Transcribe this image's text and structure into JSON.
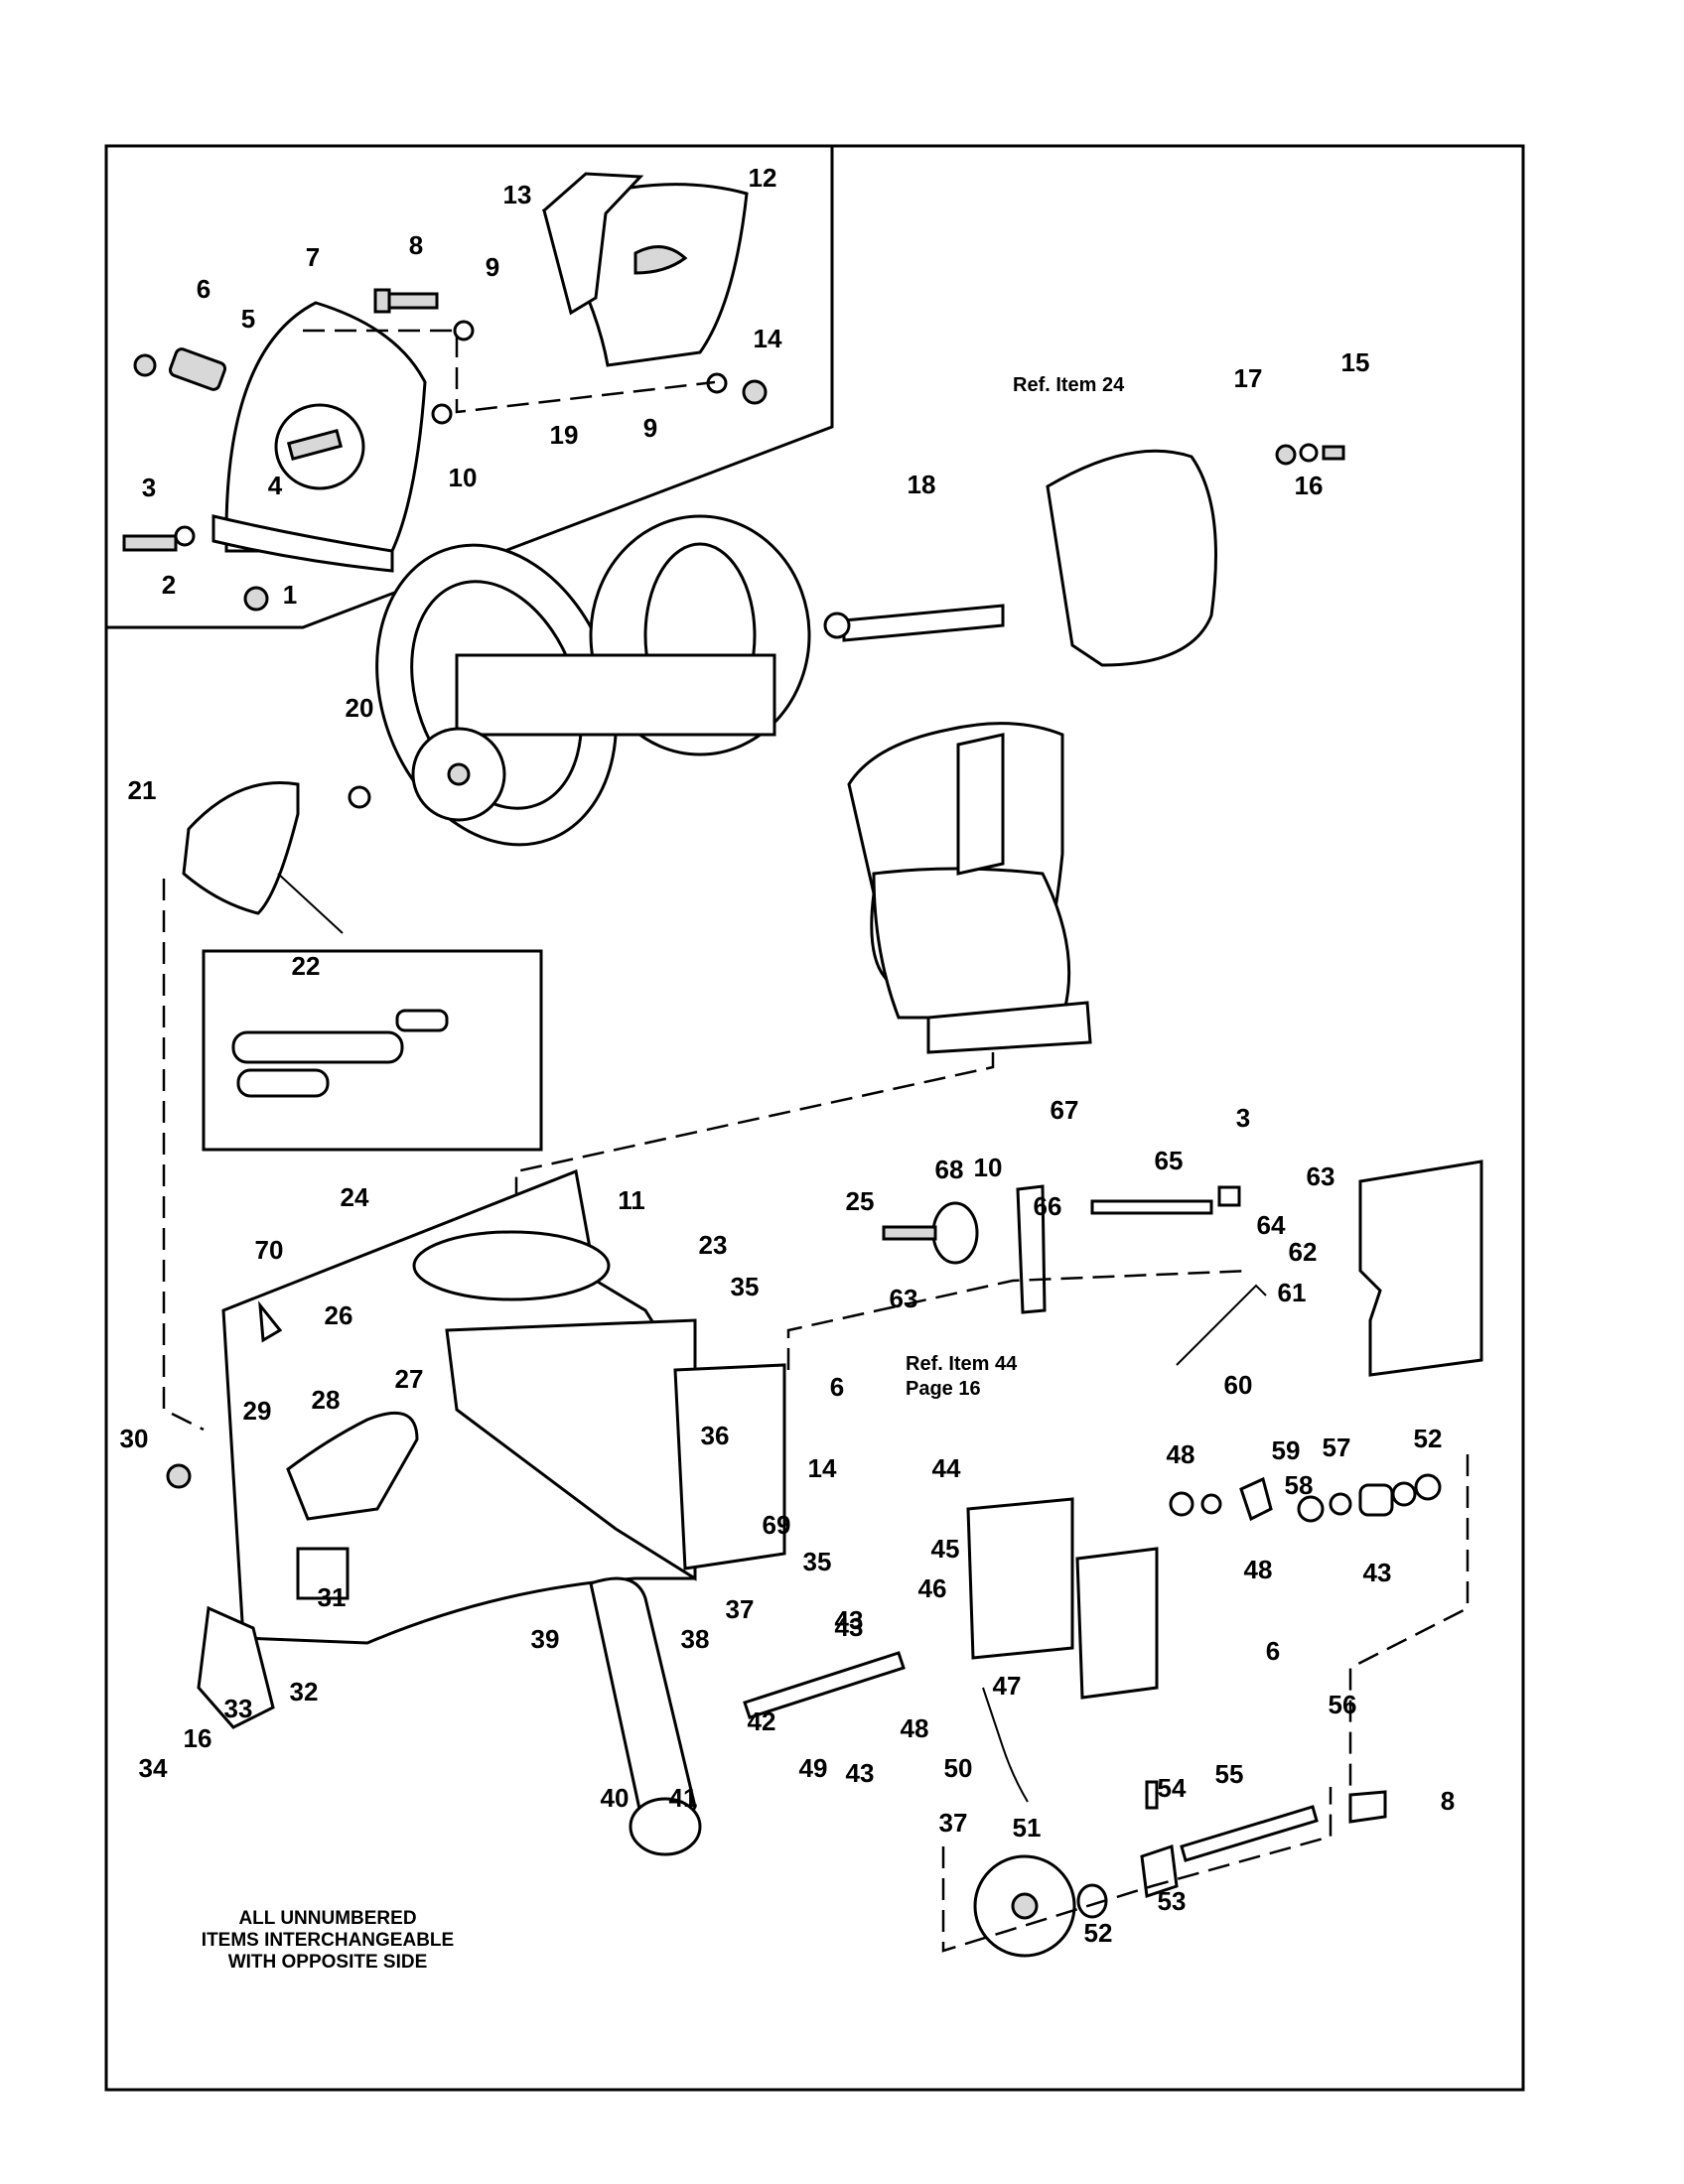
{
  "callouts": [
    {
      "t": "1"
    },
    {
      "t": "2"
    },
    {
      "t": "3"
    },
    {
      "t": "4"
    },
    {
      "t": "5"
    },
    {
      "t": "6"
    },
    {
      "t": "7"
    },
    {
      "t": "8"
    },
    {
      "t": "9"
    },
    {
      "t": "9"
    },
    {
      "t": "10"
    },
    {
      "t": "12"
    },
    {
      "t": "13"
    },
    {
      "t": "14"
    },
    {
      "t": "15"
    },
    {
      "t": "16"
    },
    {
      "t": "17"
    },
    {
      "t": "18"
    },
    {
      "t": "19"
    },
    {
      "t": "20"
    },
    {
      "t": "21"
    },
    {
      "t": "22"
    },
    {
      "t": "3"
    },
    {
      "t": "67"
    },
    {
      "t": "65"
    },
    {
      "t": "63"
    },
    {
      "t": "68"
    },
    {
      "t": "10"
    },
    {
      "t": "66"
    },
    {
      "t": "25"
    },
    {
      "t": "64"
    },
    {
      "t": "62"
    },
    {
      "t": "63"
    },
    {
      "t": "61"
    },
    {
      "t": "60"
    },
    {
      "t": "24"
    },
    {
      "t": "11"
    },
    {
      "t": "23"
    },
    {
      "t": "70"
    },
    {
      "t": "35"
    },
    {
      "t": "26"
    },
    {
      "t": "6"
    },
    {
      "t": "28"
    },
    {
      "t": "27"
    },
    {
      "t": "29"
    },
    {
      "t": "30"
    },
    {
      "t": "36"
    },
    {
      "t": "14"
    },
    {
      "t": "44"
    },
    {
      "t": "69"
    },
    {
      "t": "35"
    },
    {
      "t": "45"
    },
    {
      "t": "46"
    },
    {
      "t": "43"
    },
    {
      "t": "48"
    },
    {
      "t": "59"
    },
    {
      "t": "58"
    },
    {
      "t": "57"
    },
    {
      "t": "52"
    },
    {
      "t": "48"
    },
    {
      "t": "43"
    },
    {
      "t": "31"
    },
    {
      "t": "37"
    },
    {
      "t": "38"
    },
    {
      "t": "39"
    },
    {
      "t": "43"
    },
    {
      "t": "6"
    },
    {
      "t": "47"
    },
    {
      "t": "32"
    },
    {
      "t": "33"
    },
    {
      "t": "16"
    },
    {
      "t": "34"
    },
    {
      "t": "42"
    },
    {
      "t": "48"
    },
    {
      "t": "49"
    },
    {
      "t": "43"
    },
    {
      "t": "50"
    },
    {
      "t": "40"
    },
    {
      "t": "41"
    },
    {
      "t": "56"
    },
    {
      "t": "8"
    },
    {
      "t": "54"
    },
    {
      "t": "55"
    },
    {
      "t": "51"
    },
    {
      "t": "37"
    },
    {
      "t": "52"
    },
    {
      "t": "53"
    }
  ],
  "references": {
    "ref_item_24": "Ref. Item 24",
    "ref_item_44_line1": "Ref. Item 44",
    "ref_item_44_line2": "Page 16"
  },
  "note": {
    "line1": "ALL UNNUMBERED",
    "line2": "ITEMS INTERCHANGEABLE",
    "line3": "WITH OPPOSITE SIDE"
  }
}
